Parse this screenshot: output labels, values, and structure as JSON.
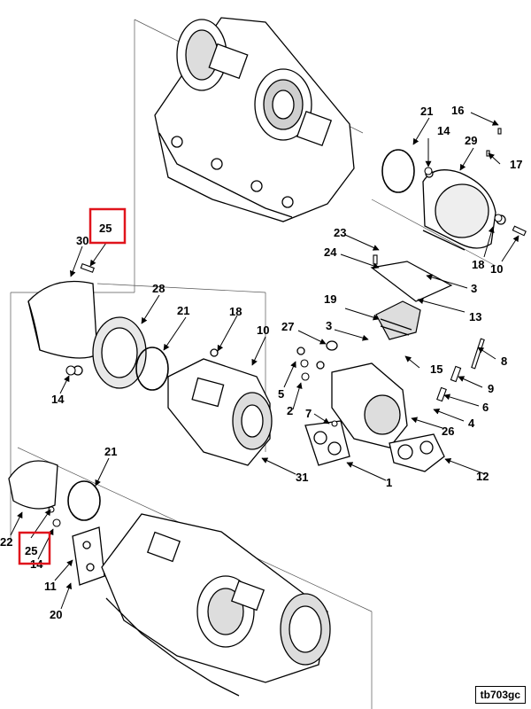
{
  "figure_code": "tb703gc",
  "highlight_color": "#e0141c",
  "callouts": {
    "c1": "1",
    "c2": "2",
    "c3a": "3",
    "c3b": "3",
    "c4": "4",
    "c5": "5",
    "c6": "6",
    "c7": "7",
    "c8": "8",
    "c9": "9",
    "c10a": "10",
    "c10b": "10",
    "c11": "11",
    "c12": "12",
    "c13": "13",
    "c14a": "14",
    "c14b": "14",
    "c14c": "14",
    "c15": "15",
    "c16": "16",
    "c17": "17",
    "c18a": "18",
    "c18b": "18",
    "c19": "19",
    "c20": "20",
    "c21a": "21",
    "c21b": "21",
    "c21c": "21",
    "c22": "22",
    "c23": "23",
    "c24": "24",
    "c25a": "25",
    "c25b": "25",
    "c26": "26",
    "c27": "27",
    "c28": "28",
    "c29": "29",
    "c30": "30",
    "c31": "31"
  }
}
